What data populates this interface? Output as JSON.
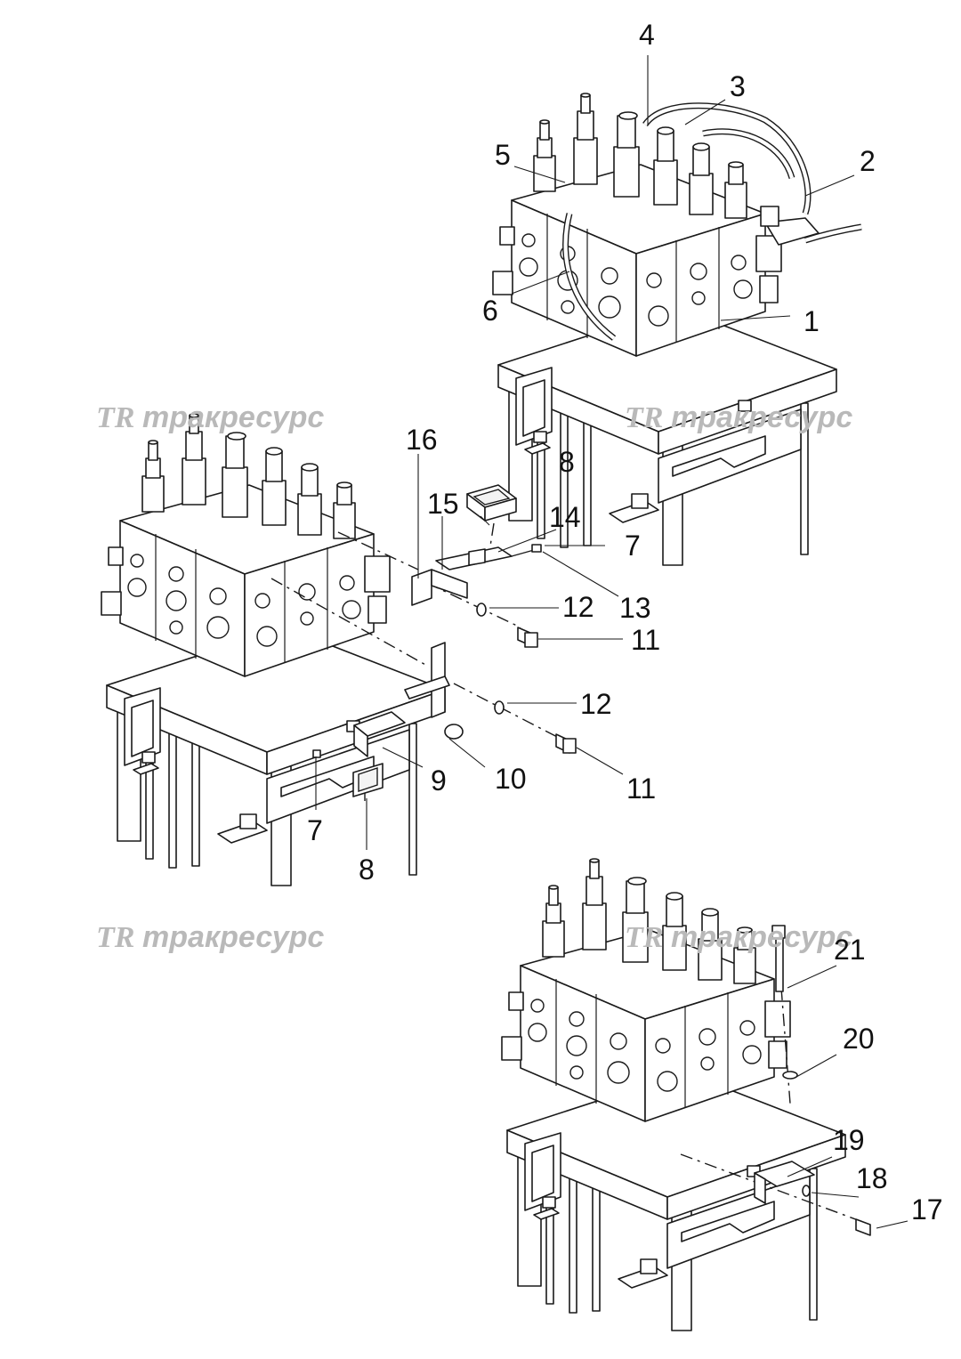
{
  "watermark": {
    "logo": "TR",
    "text": "тракресурс"
  },
  "callouts": {
    "c1": "1",
    "c2": "2",
    "c3": "3",
    "c4": "4",
    "c5": "5",
    "c6": "6",
    "c7a": "7",
    "c7b": "7",
    "c8a": "8",
    "c8b": "8",
    "c9": "9",
    "c10": "10",
    "c11a": "11",
    "c11b": "11",
    "c12a": "12",
    "c12b": "12",
    "c13": "13",
    "c14": "14",
    "c15": "15",
    "c16": "16",
    "c17": "17",
    "c18": "18",
    "c19": "19",
    "c20": "20",
    "c21": "21"
  }
}
